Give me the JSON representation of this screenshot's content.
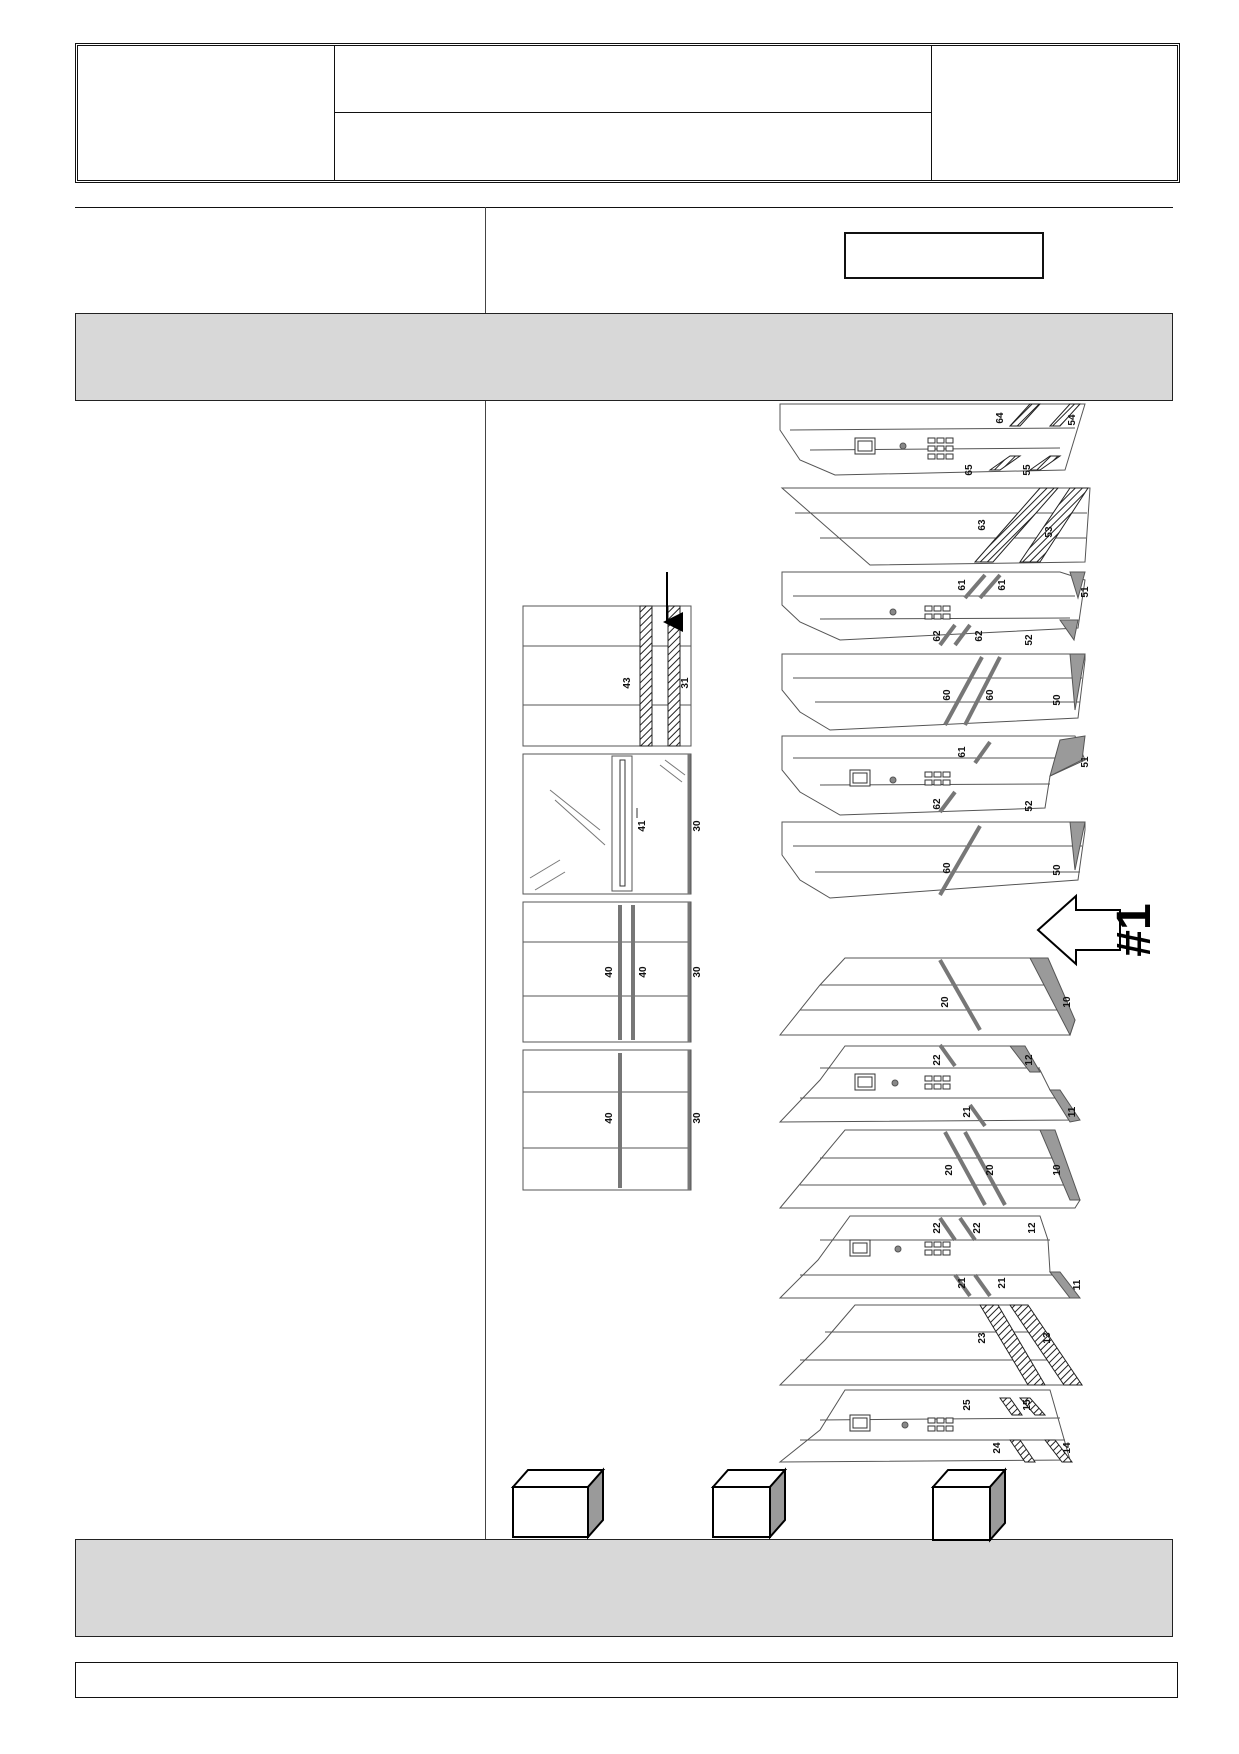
{
  "title_block": {
    "left_cell": "",
    "center_top": "",
    "center_bottom": "",
    "right_cell": ""
  },
  "info_row": {
    "left_text": "",
    "right_text": "",
    "label_box_text": ""
  },
  "bands": {
    "top_band_text": "",
    "bottom_band_text": ""
  },
  "footer": {
    "text": ""
  },
  "colors": {
    "band_fill": "#d8d8d8",
    "hatch": "#222222",
    "panel_edge": "#555555",
    "part_gray": "#9a9a9a"
  },
  "callouts": {
    "marker": "#1",
    "numbers": [
      "64",
      "54",
      "65",
      "55",
      "63",
      "53",
      "61",
      "61",
      "51",
      "62",
      "62",
      "52",
      "60",
      "60",
      "50",
      "61",
      "51",
      "62",
      "52",
      "60",
      "50",
      "20",
      "10",
      "22",
      "12",
      "21",
      "11",
      "20",
      "20",
      "10",
      "22",
      "22",
      "12",
      "21",
      "21",
      "11",
      "23",
      "13",
      "25",
      "15",
      "24",
      "14",
      "43",
      "31",
      "41",
      "30",
      "40",
      "40",
      "30",
      "40",
      "30"
    ]
  },
  "boxes": [
    "box-1",
    "box-2",
    "box-3"
  ]
}
